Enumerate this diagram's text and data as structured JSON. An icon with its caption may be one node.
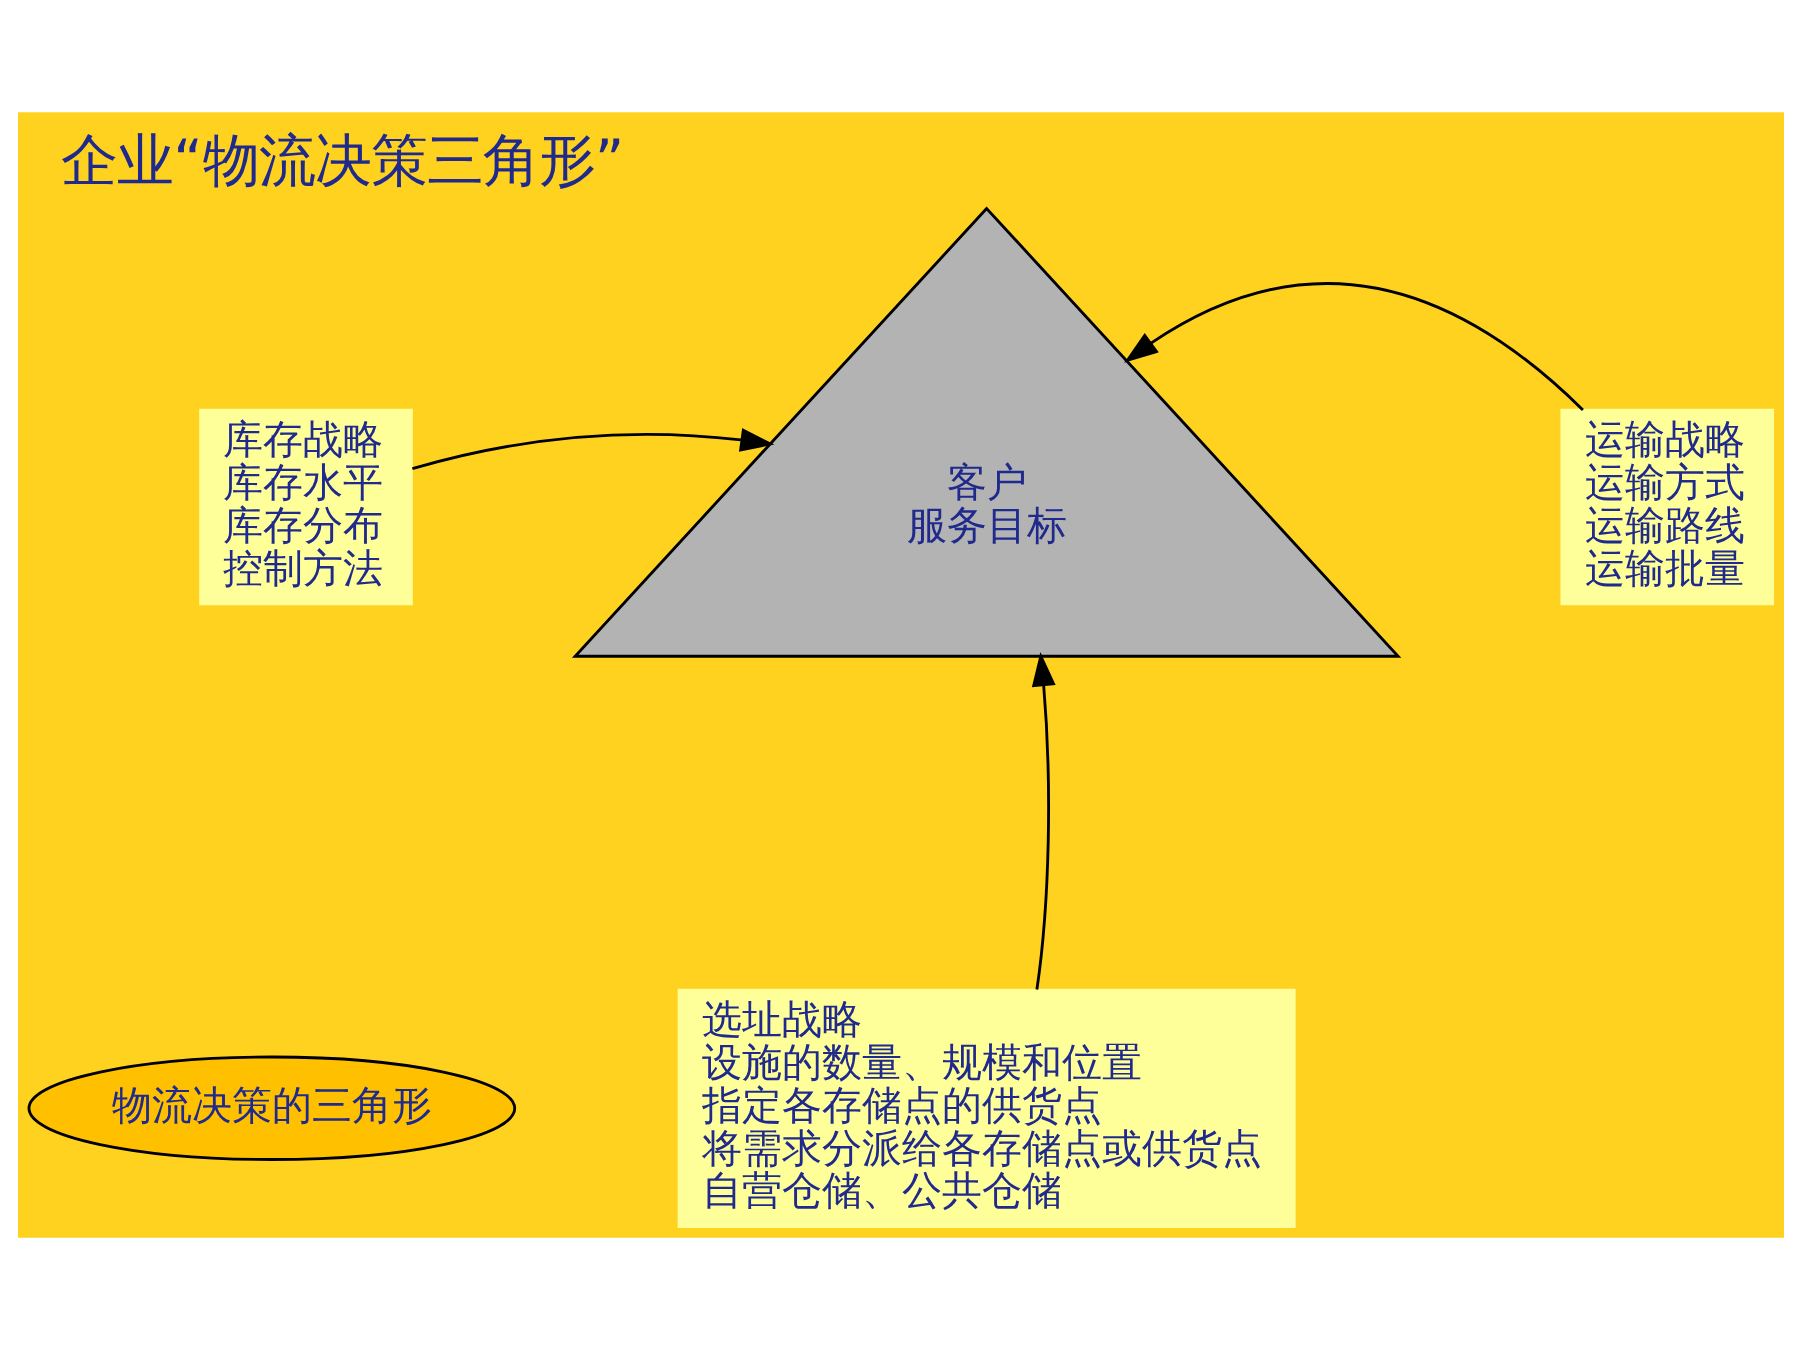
{
  "diagram": {
    "title": "企业“物流决策三角形”",
    "nodes": [
      {
        "text": [
          "库存战略",
          "库存水平",
          "库存分布",
          "控制方法"
        ]
      },
      {
        "text": [
          "客户",
          "服务目标"
        ]
      },
      {
        "text": [
          "运输战略",
          "运输方式",
          "运输路线",
          "运输批量"
        ]
      },
      {
        "text": [
          "选址战略",
          "设施的数量、规模和位置",
          "指定各存储点的供货点",
          "将需求分派给各存储点或供货点",
          "自营仓储、公共仓储"
        ]
      },
      {
        "text": [
          "物流决策的三角形"
        ]
      }
    ],
    "edges": [
      {
        "from": 0,
        "to": 1,
        "arrow": "to"
      },
      {
        "from": 2,
        "to": 1,
        "arrow": "to"
      },
      {
        "from": 3,
        "to": 1,
        "arrow": "to"
      }
    ]
  }
}
